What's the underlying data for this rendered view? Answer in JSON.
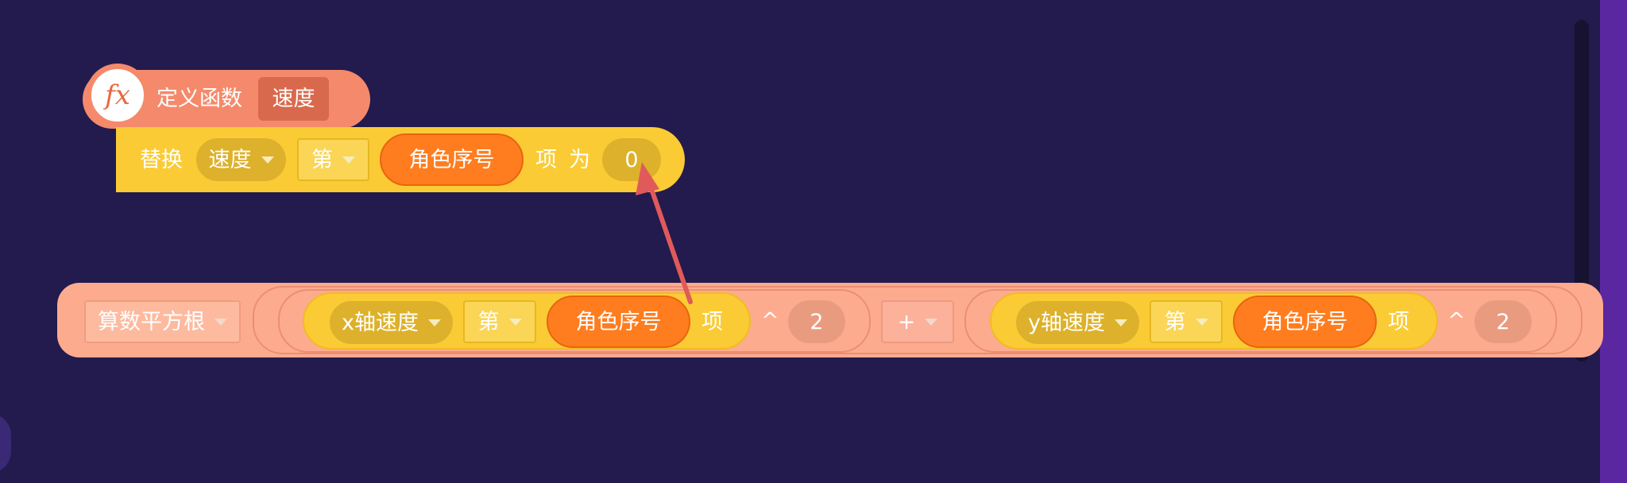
{
  "define_block": {
    "icon": "fx",
    "label": "定义函数",
    "param": "速度"
  },
  "replace_block": {
    "label": "替换",
    "list_dropdown": "速度",
    "index_mode": "第",
    "index_reporter": "角色序号",
    "item_label": "项",
    "to_label": "为",
    "value": "0"
  },
  "sqrt_block": {
    "func": "算数平方根",
    "left_term": {
      "list_dropdown": "x轴速度",
      "index_mode": "第",
      "index_reporter": "角色序号",
      "item_label": "项",
      "power_op": "^",
      "exponent": "2"
    },
    "operator": "+",
    "right_term": {
      "list_dropdown": "y轴速度",
      "index_mode": "第",
      "index_reporter": "角色序号",
      "item_label": "项",
      "power_op": "^",
      "exponent": "2"
    }
  },
  "colors": {
    "background": "#231a4e",
    "define_block": "#f48a6b",
    "list_block": "#facb34",
    "reporter": "#ff7d1f",
    "operator_block": "#fdab8e",
    "arrow": "#e05a5a"
  }
}
